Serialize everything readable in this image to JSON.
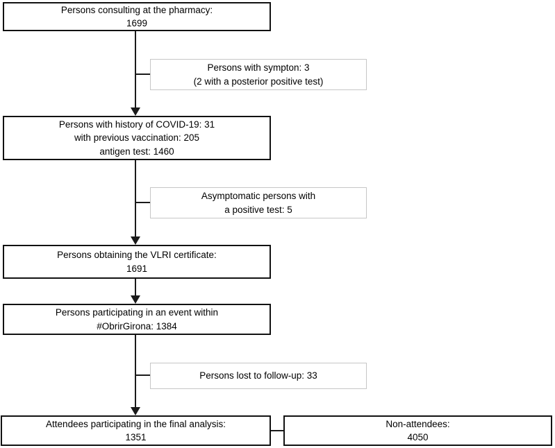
{
  "diagram": {
    "type": "flowchart",
    "boxes": {
      "pharmacy": {
        "text": "Persons consulting at the pharmacy:\n1699"
      },
      "symptoms": {
        "text": "Persons with sympton: 3\n(2 with a posterior positive test)"
      },
      "history": {
        "text": "Persons with history of COVID-19: 31\nwith previous vaccination: 205\nantigen test: 1460"
      },
      "asymptomatic": {
        "text": "Asymptomatic persons with\na positive test: 5"
      },
      "certificate": {
        "text": "Persons obtaining the VLRI certificate:\n1691"
      },
      "event": {
        "text": "Persons participating in an event within\n#ObrirGirona: 1384"
      },
      "lost": {
        "text": "Persons lost to follow-up: 33"
      },
      "attendees": {
        "text": "Attendees participating in the final analysis:\n1351"
      },
      "non_attendees": {
        "text": "Non-attendees:\n4050"
      }
    },
    "colors": {
      "main_box_border": "#111111",
      "side_box_border": "#c6c6c6",
      "connector": "#1a1a1a",
      "text": "#000000",
      "background": "#ffffff"
    }
  }
}
